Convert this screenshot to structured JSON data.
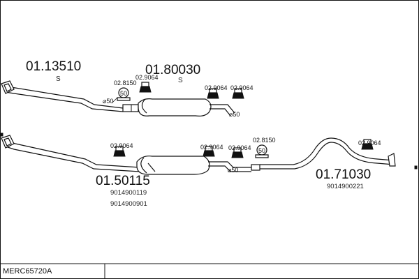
{
  "diagram": {
    "reference": "MERC65720A",
    "parts": [
      {
        "id": "pipe-top-front",
        "number": "01.13510",
        "suffix": "S"
      },
      {
        "id": "muffler-top",
        "number": "01.80030",
        "suffix": "S"
      },
      {
        "id": "muffler-middle",
        "number": "01.50115",
        "oe_numbers": [
          "9014900119",
          "9014900901"
        ]
      },
      {
        "id": "tailpipe-right",
        "number": "01.71030",
        "oe_numbers": [
          "9014900221"
        ]
      }
    ],
    "accessories": [
      {
        "id": "clamp-top-a",
        "number": "02.8150"
      },
      {
        "id": "hanger-top-a",
        "number": "02.9064"
      },
      {
        "id": "hanger-top-b",
        "number": "02.9064"
      },
      {
        "id": "hanger-top-c",
        "number": "02.9064"
      },
      {
        "id": "hanger-mid-a",
        "number": "02.9064"
      },
      {
        "id": "hanger-mid-b",
        "number": "02.9064"
      },
      {
        "id": "hanger-mid-c",
        "number": "02.9064"
      },
      {
        "id": "clamp-mid-a",
        "number": "02.8150"
      },
      {
        "id": "hanger-right",
        "number": "02.9064"
      }
    ],
    "diameters": [
      {
        "id": "dia-top-left",
        "label": "⌀50"
      },
      {
        "id": "dia-top-right",
        "label": "⌀50"
      },
      {
        "id": "dia-mid",
        "label": "⌀50"
      }
    ],
    "clamp_label": "50"
  }
}
